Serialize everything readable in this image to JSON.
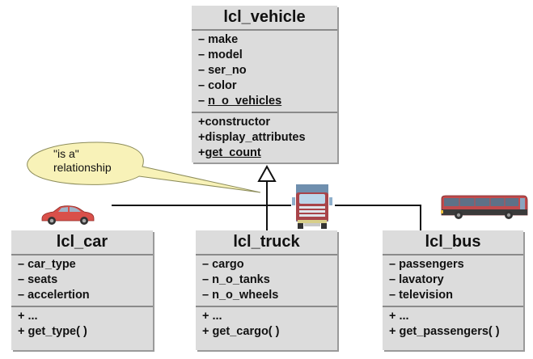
{
  "diagram": {
    "type": "UML class diagram (inheritance)",
    "callout": {
      "line1": "\"is a\"",
      "line2": "relationship",
      "fill": "#f8f2b8"
    },
    "colors": {
      "class_fill": "#dcdcdc",
      "class_divider": "#8a8a8a",
      "shadow": "#9a9a9a",
      "line": "#111111"
    },
    "icons": {
      "car": "car-icon",
      "truck": "truck-icon",
      "bus": "bus-icon"
    }
  },
  "classes": {
    "vehicle": {
      "name": "lcl_vehicle",
      "attributes": [
        {
          "text": "– make",
          "static": false
        },
        {
          "text": "– model",
          "static": false
        },
        {
          "text": "– ser_no",
          "static": false
        },
        {
          "text": "– color",
          "static": false
        },
        {
          "prefix": "– ",
          "text": "n_o_vehicles",
          "static": true
        }
      ],
      "methods": [
        {
          "text": "+constructor",
          "static": false
        },
        {
          "text": "+display_attributes",
          "static": false
        },
        {
          "prefix": "+",
          "text": "get_count",
          "static": true
        }
      ]
    },
    "car": {
      "name": "lcl_car",
      "attributes": [
        "– car_type",
        "– seats",
        "– accelertion"
      ],
      "methods": [
        "+ ...",
        "+ get_type( )"
      ]
    },
    "truck": {
      "name": "lcl_truck",
      "attributes": [
        "– cargo",
        "– n_o_tanks",
        "– n_o_wheels"
      ],
      "methods": [
        "+ ...",
        "+ get_cargo( )"
      ]
    },
    "bus": {
      "name": "lcl_bus",
      "attributes": [
        "– passengers",
        "– lavatory",
        "– television"
      ],
      "methods": [
        "+ ...",
        "+ get_passengers( )"
      ]
    }
  }
}
